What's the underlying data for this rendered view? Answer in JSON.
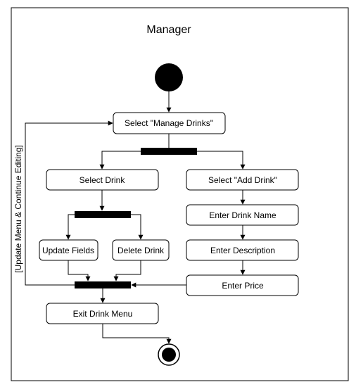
{
  "diagram": {
    "title": "Manager",
    "nodes": {
      "select_manage": "Select \"Manage Drinks\"",
      "select_drink": "Select Drink",
      "select_add": "Select \"Add Drink\"",
      "enter_name": "Enter Drink Name",
      "update_fields": "Update Fields",
      "delete_drink": "Delete Drink",
      "enter_description": "Enter Description",
      "enter_price": "Enter Price",
      "exit_menu": "Exit Drink Menu"
    },
    "guard": "[Update Menu & Continue Editing]"
  }
}
